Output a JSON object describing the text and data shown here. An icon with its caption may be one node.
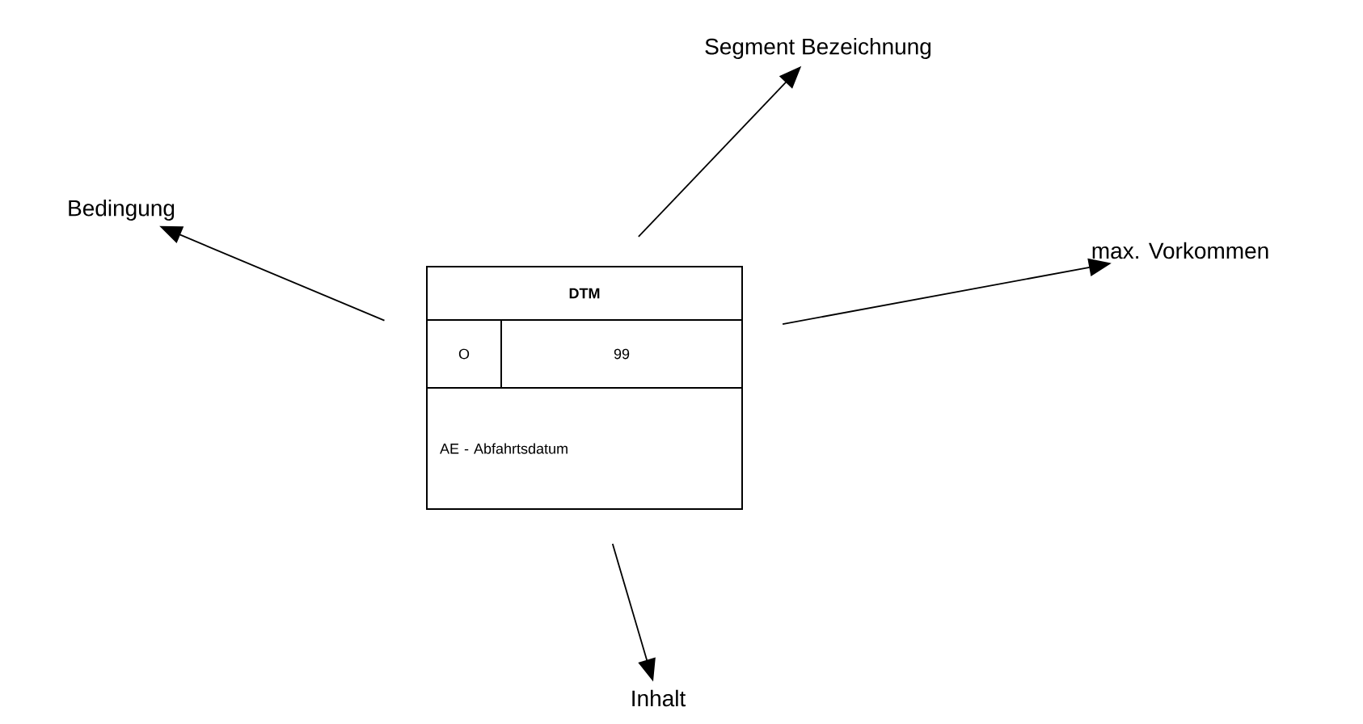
{
  "diagram": {
    "nodes": [
      {
        "text": [],
        "shape": "box"
      },
      {
        "text": [
          "DTM"
        ],
        "in": 0
      },
      {
        "text": [
          "O"
        ],
        "in": 0
      },
      {
        "text": [
          "99"
        ],
        "in": 0
      },
      {
        "text": [
          "AE - Abfahrtsdatum"
        ],
        "in": 0
      },
      {
        "text": [
          "Segment Bezeichnung"
        ]
      },
      {
        "text": [
          "Bedingung"
        ]
      },
      {
        "text": [
          "max. Vorkommen"
        ]
      },
      {
        "text": [
          "Inhalt"
        ]
      }
    ],
    "edges": [
      {
        "from": 1,
        "to": 5,
        "arrow": "to"
      },
      {
        "from": 2,
        "to": 6,
        "arrow": "to"
      },
      {
        "from": 3,
        "to": 7,
        "arrow": "to"
      },
      {
        "from": 4,
        "to": 8,
        "arrow": "to"
      }
    ]
  }
}
